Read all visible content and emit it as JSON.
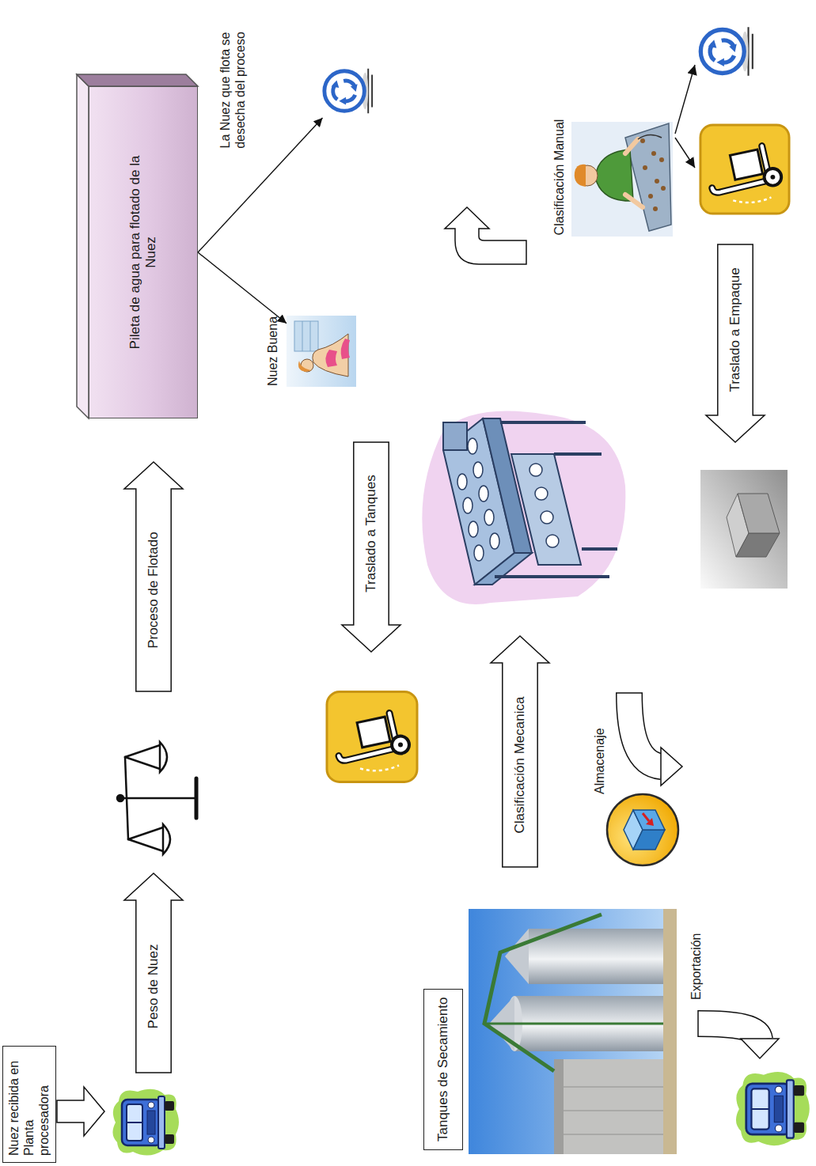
{
  "diagram": {
    "nodes": [
      {
        "text": [
          "Nuez recibida en Planta procesadora"
        ]
      },
      {
        "text": [
          "Peso de Nuez"
        ]
      },
      {
        "text": [
          "Proceso de Flotado"
        ]
      },
      {
        "text": [
          "Pileta de agua para flotado de la Nuez"
        ]
      },
      {
        "text": [
          "La Nuez que flota se desecha del proceso"
        ]
      },
      {
        "text": [
          "Nuez Buena"
        ]
      },
      {
        "text": [
          "Traslado a Tanques"
        ]
      },
      {
        "text": [
          "Tanques de Secamiento"
        ]
      },
      {
        "text": [
          "Clasificación Mecanica"
        ]
      },
      {
        "text": [
          "Clasificación Manual"
        ]
      },
      {
        "text": [
          "Traslado a Empaque"
        ]
      }
    ],
    "edges": [
      {
        "from": 3,
        "to": 4,
        "arrow": "to"
      },
      {
        "from": 3,
        "to": 5,
        "arrow": "to"
      }
    ],
    "labels": [
      "Almacenaje",
      "Exportación"
    ]
  }
}
